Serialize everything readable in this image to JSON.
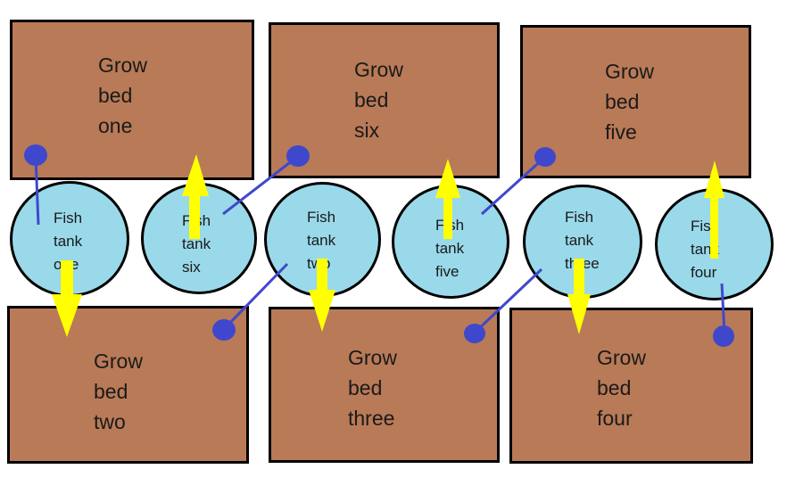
{
  "colors": {
    "grow_bed_fill": "#b97a57",
    "fish_tank_fill": "#99d9ea",
    "flow_arrow": "#ffff00",
    "return_pipe": "#3f48cc",
    "outline": "#000000"
  },
  "grow_beds": [
    {
      "id": "one",
      "lines": [
        "Grow",
        "bed",
        "one"
      ]
    },
    {
      "id": "six",
      "lines": [
        "Grow",
        "bed",
        "six"
      ]
    },
    {
      "id": "five",
      "lines": [
        "Grow",
        "bed",
        "five"
      ]
    },
    {
      "id": "two",
      "lines": [
        "Grow",
        "bed",
        "two"
      ]
    },
    {
      "id": "three",
      "lines": [
        "Grow",
        "bed",
        "three"
      ]
    },
    {
      "id": "four",
      "lines": [
        "Grow",
        "bed",
        "four"
      ]
    }
  ],
  "fish_tanks": [
    {
      "id": "one",
      "lines": [
        "Fish",
        "tank",
        "one"
      ]
    },
    {
      "id": "six",
      "lines": [
        "Fish",
        "tank",
        "six"
      ]
    },
    {
      "id": "two",
      "lines": [
        "Fish",
        "tank",
        "two"
      ]
    },
    {
      "id": "five",
      "lines": [
        "Fish",
        "tank",
        "five"
      ]
    },
    {
      "id": "three",
      "lines": [
        "Fish",
        "tank",
        "three"
      ]
    },
    {
      "id": "four",
      "lines": [
        "Fish",
        "tank",
        "four"
      ]
    }
  ],
  "connections": [
    {
      "tank": "one",
      "pump_to_bed": "two",
      "return_from_bed": "one"
    },
    {
      "tank": "six",
      "pump_to_bed": "one",
      "return_from_bed": "six"
    },
    {
      "tank": "two",
      "pump_to_bed": "three",
      "return_from_bed": "two"
    },
    {
      "tank": "five",
      "pump_to_bed": "six",
      "return_from_bed": "five"
    },
    {
      "tank": "three",
      "pump_to_bed": "four",
      "return_from_bed": "three"
    },
    {
      "tank": "four",
      "pump_to_bed": "five",
      "return_from_bed": "four"
    }
  ]
}
